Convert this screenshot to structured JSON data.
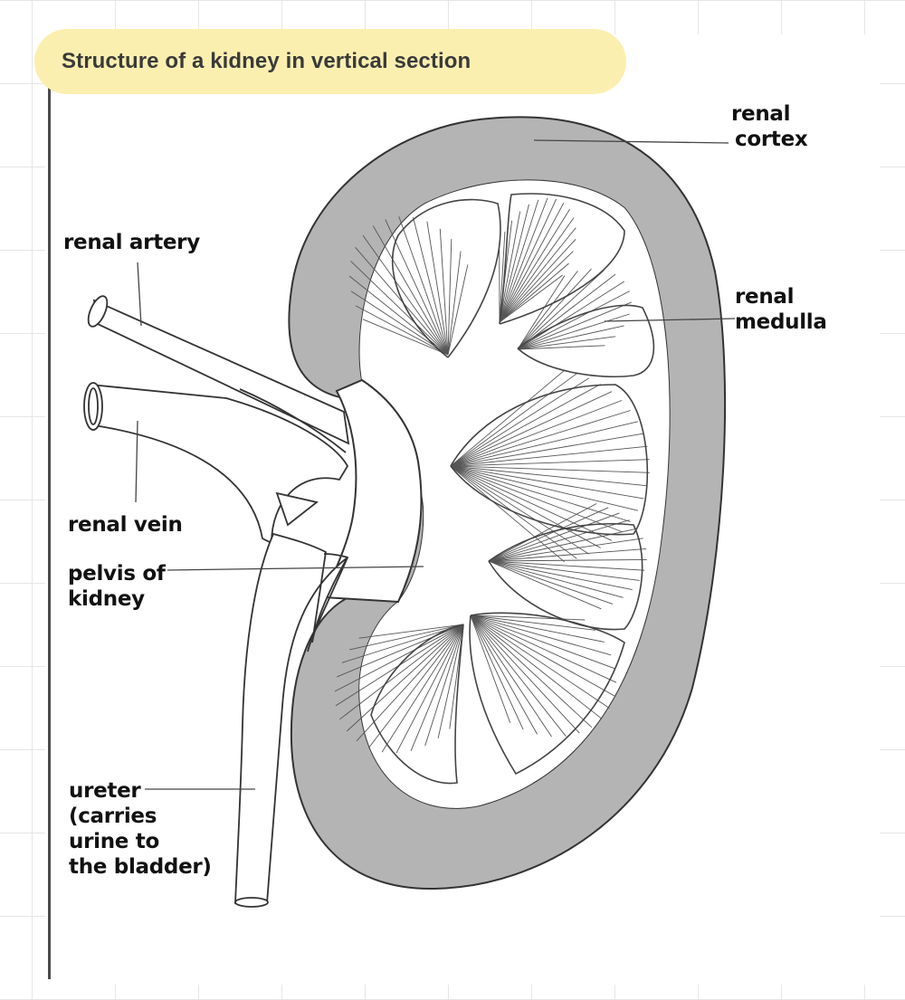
{
  "title": "Structure of a kidney in vertical section",
  "labels": {
    "renal_cortex": [
      "renal",
      "cortex"
    ],
    "renal_medulla": [
      "renal",
      "medulla"
    ],
    "renal_artery": "renal artery",
    "renal_vein": "renal vein",
    "pelvis": [
      "pelvis of",
      "kidney"
    ],
    "ureter": [
      "ureter",
      "(carries",
      "urine to",
      "the bladder)"
    ]
  },
  "colors": {
    "cortex": "#b4b4b4",
    "title_background": "#fbefb0",
    "outline": "#333333",
    "grid": "#e6e6e6"
  }
}
